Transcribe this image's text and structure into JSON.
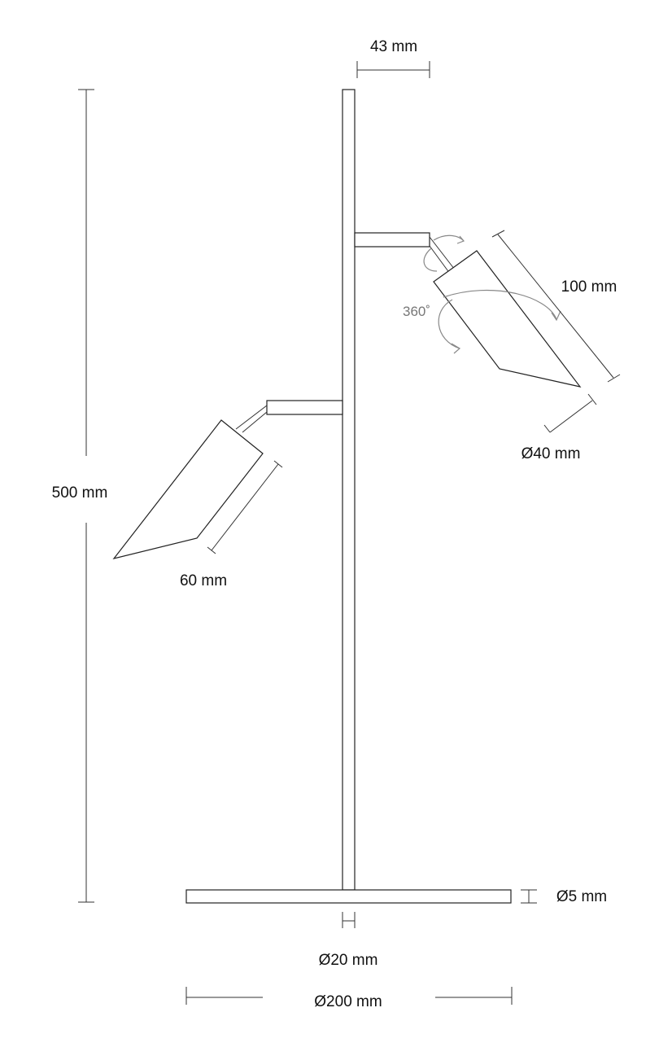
{
  "dimensions": {
    "height": "500 mm",
    "arm_length": "43 mm",
    "shade_length_right": "100 mm",
    "shade_diameter": "Ø40 mm",
    "shade_length_left": "60 mm",
    "base_thickness": "Ø5 mm",
    "pole_diameter": "Ø20 mm",
    "base_diameter": "Ø200 mm"
  },
  "rotation": {
    "angle": "360˚"
  },
  "colors": {
    "line": "#222222",
    "rotation_arrow": "#888888",
    "background": "#ffffff"
  }
}
